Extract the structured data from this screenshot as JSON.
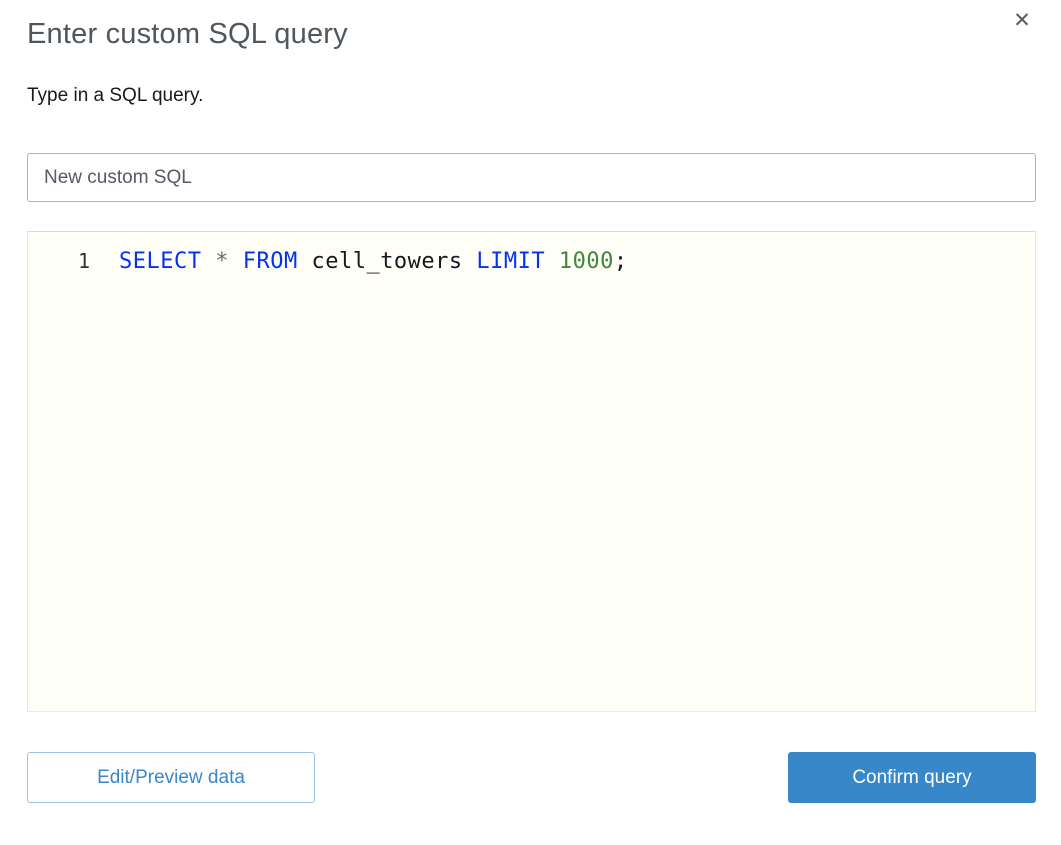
{
  "dialog": {
    "title": "Enter custom SQL query",
    "subtitle": "Type in a SQL query."
  },
  "icons": {
    "close": "✕"
  },
  "name_input": {
    "value": "New custom SQL"
  },
  "editor": {
    "line_number": "1",
    "code_text": "SELECT * FROM cell_towers LIMIT 1000;",
    "tokens": [
      {
        "text": "SELECT",
        "type": "keyword"
      },
      {
        "text": " ",
        "type": "plain"
      },
      {
        "text": "*",
        "type": "operator"
      },
      {
        "text": " ",
        "type": "plain"
      },
      {
        "text": "FROM",
        "type": "keyword"
      },
      {
        "text": " cell_towers ",
        "type": "plain"
      },
      {
        "text": "LIMIT",
        "type": "keyword"
      },
      {
        "text": " ",
        "type": "plain"
      },
      {
        "text": "1000",
        "type": "number"
      },
      {
        "text": ";",
        "type": "plain"
      }
    ]
  },
  "buttons": {
    "edit_preview_label": "Edit/Preview data",
    "confirm_label": "Confirm query"
  },
  "colors": {
    "accent_blue": "#3887c9",
    "keyword_blue": "#0431fa",
    "number_green": "#3c873c",
    "operator_gray": "#696c77",
    "text_dark": "#16191f",
    "title_gray": "#50565e",
    "editor_bg": "#fffef7",
    "border_gray": "#aab7b8"
  }
}
